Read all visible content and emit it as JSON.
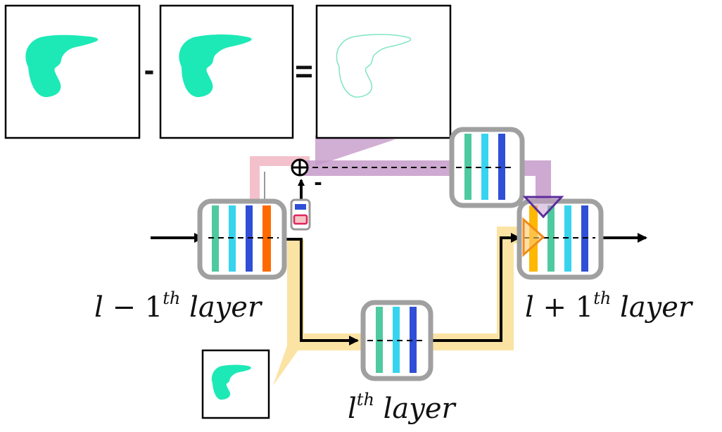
{
  "title": "",
  "colors": {
    "mask_fill": "#1de9b6",
    "mask_outline": "#7fe3c4",
    "feature_teal": "#4fc9a0",
    "feature_cyan": "#37d4f0",
    "feature_blue": "#2f4fd6",
    "feature_orange": "#ff6a00",
    "feature_gold": "#ffb800",
    "node_border": "#a0a0a0",
    "pink_path": "#f3c1cc",
    "purple_path": "#c69ac9",
    "yellow_path": "#fbe3a4",
    "arrow": "#000000",
    "gate_red": "#e0245e"
  },
  "operators": {
    "minus": "-",
    "equals": "=",
    "oplus": "⊕",
    "negative": "-"
  },
  "labels": {
    "prev_layer": {
      "var": "l",
      "op": " − 1",
      "sup": "th",
      "word": " layer"
    },
    "curr_layer": {
      "var": "l",
      "sup": "th",
      "word": " layer"
    },
    "next_layer": {
      "var": "l",
      "op": " + 1",
      "sup": "th",
      "word": " layer"
    }
  }
}
